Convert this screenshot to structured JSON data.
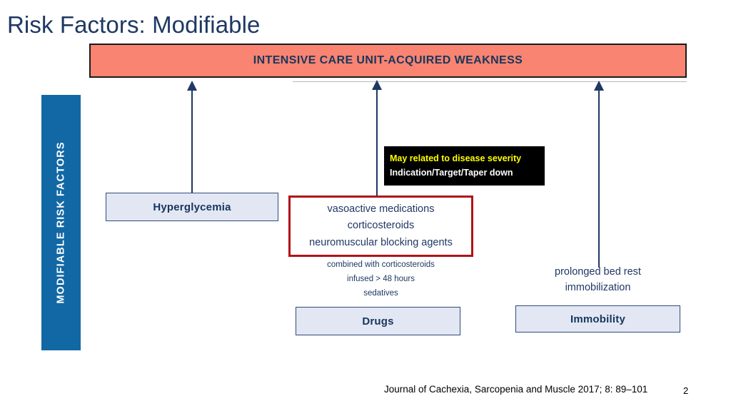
{
  "slide": {
    "title": "Risk Factors: Modifiable",
    "page_number": "2",
    "citation": "Journal of Cachexia, Sarcopenia and Muscle 2017; 8: 89–101"
  },
  "banner": {
    "text": "INTENSIVE CARE UNIT-ACQUIRED WEAKNESS",
    "fill_color": "#F98471",
    "border_color": "#1a1a1a",
    "text_color": "#17365d"
  },
  "sidebar": {
    "text": "MODIFIABLE RISK FACTORS",
    "fill_color": "#1268a5",
    "text_color": "#ffffff"
  },
  "categories": {
    "hyperglycemia": {
      "label": "Hyperglycemia"
    },
    "drugs": {
      "label": "Drugs"
    },
    "immobility": {
      "label": "Immobility"
    }
  },
  "drug_list": {
    "border_color": "#b01319",
    "items": [
      "vasoactive medications",
      "corticosteroids",
      "neuromuscular blocking agents"
    ],
    "subnotes": [
      "combined with corticosteroids",
      "infused > 48 hours",
      "sedatives"
    ]
  },
  "immobility_notes": [
    "prolonged bed rest",
    "immobilization"
  ],
  "callout": {
    "line1": "May related to disease severity",
    "line2": "Indication/Target/Taper down",
    "background": "#000000",
    "line1_color": "#ffff00",
    "line2_color": "#ffffff"
  },
  "arrows": {
    "hyperglycemia": {
      "direction": "up",
      "color": "#1f3864"
    },
    "drugs": {
      "direction": "up",
      "color": "#1f3864"
    },
    "immobility": {
      "direction": "up",
      "color": "#1f3864"
    }
  }
}
